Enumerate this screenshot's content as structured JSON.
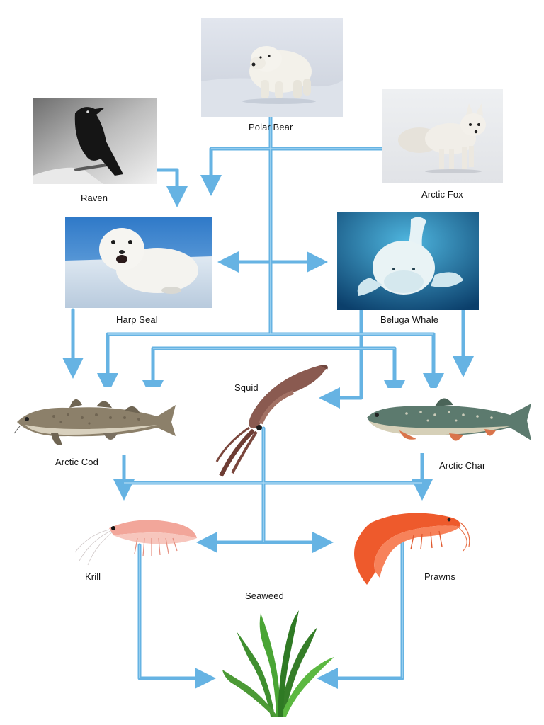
{
  "organisms": {
    "polar_bear": "Polar Bear",
    "raven": "Raven",
    "arctic_fox": "Arctic Fox",
    "harp_seal": "Harp Seal",
    "beluga_whale": "Beluga Whale",
    "squid": "Squid",
    "arctic_cod": "Arctic Cod",
    "arctic_char": "Arctic Char",
    "krill": "Krill",
    "prawns": "Prawns",
    "seaweed": "Seaweed"
  },
  "colors": {
    "arrow": "#66b3e3",
    "arrow_highlight": "#9fd2f2"
  }
}
